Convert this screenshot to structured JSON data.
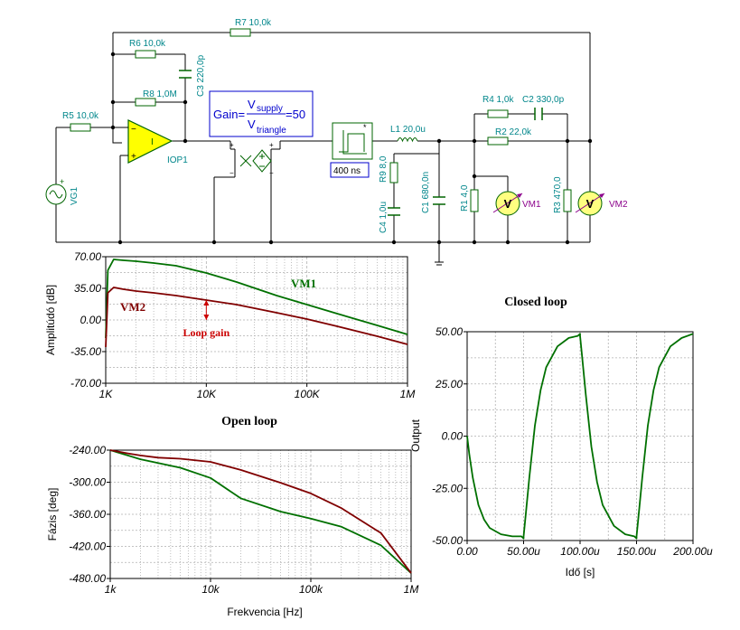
{
  "circuit": {
    "components": [
      {
        "id": "R7",
        "label": "R7 10,0k"
      },
      {
        "id": "R6",
        "label": "R6 10,0k"
      },
      {
        "id": "R8",
        "label": "R8 1,0M"
      },
      {
        "id": "C3",
        "label": "C3 220,0p"
      },
      {
        "id": "R5",
        "label": "R5 10,0k"
      },
      {
        "id": "IOP1",
        "label": "IOP1"
      },
      {
        "id": "VG1",
        "label": "VG1"
      },
      {
        "id": "L1",
        "label": "L1 20,0u"
      },
      {
        "id": "R9",
        "label": "R9 8,0"
      },
      {
        "id": "C4",
        "label": "C4 1,0u"
      },
      {
        "id": "C1",
        "label": "C1 680,0n"
      },
      {
        "id": "R1",
        "label": "R1 4,0"
      },
      {
        "id": "VM1",
        "label": "VM1"
      },
      {
        "id": "R4",
        "label": "R4 1,0k"
      },
      {
        "id": "C2",
        "label": "C2 330,0p"
      },
      {
        "id": "R2",
        "label": "R2 22,0k"
      },
      {
        "id": "R3",
        "label": "R3 470,0"
      },
      {
        "id": "VM2",
        "label": "VM2"
      }
    ],
    "gain_box": {
      "prefix": "Gain=",
      "num_main": "V",
      "num_sub": "supply",
      "den_main": "V",
      "den_sub": "triangle",
      "suffix": "=50"
    },
    "delay_label": "400 ns",
    "meter_symbol": "V",
    "opamp_symbol": "I",
    "colors": {
      "wire": "#000000",
      "component": "#006400",
      "label": "#00868b",
      "opamp": "#ffff00",
      "meter": "#ffff80",
      "vm_label": "#8b008b",
      "gain_box": "#0000cd"
    }
  },
  "chart_data": [
    {
      "id": "amplitude",
      "type": "line",
      "title": "",
      "xlabel": "",
      "ylabel": "Amplitúdó [dB]",
      "xscale": "log",
      "xlim": [
        1000,
        1000000
      ],
      "ylim": [
        -70,
        70
      ],
      "yticks": [
        70,
        35,
        0,
        -35,
        -70
      ],
      "ytick_labels": [
        "70.00",
        "35.00",
        "0.00",
        "-35.00",
        "-70.00"
      ],
      "xticks": [
        1000,
        10000,
        100000,
        1000000
      ],
      "xtick_labels": [
        "1K",
        "10K",
        "100K",
        "1M"
      ],
      "grid": true,
      "series": [
        {
          "name": "VM1",
          "color": "#007000",
          "x": [
            1000,
            1050,
            1200,
            1500,
            2000,
            3000,
            5000,
            10000,
            20000,
            50000,
            100000,
            200000,
            500000,
            1000000
          ],
          "y": [
            -20,
            55,
            67,
            66,
            65,
            63,
            60,
            52,
            42,
            27,
            17,
            7,
            -6,
            -16
          ]
        },
        {
          "name": "VM2",
          "color": "#800000",
          "x": [
            1000,
            1050,
            1200,
            1500,
            2000,
            3000,
            5000,
            10000,
            20000,
            50000,
            100000,
            200000,
            500000,
            1000000
          ],
          "y": [
            -30,
            30,
            36,
            34,
            32,
            30,
            27,
            22,
            17,
            8,
            1,
            -7,
            -18,
            -27
          ]
        }
      ],
      "annotations": [
        {
          "text": "Loop gain",
          "x": 10000,
          "y": 22,
          "y2": 0
        }
      ]
    },
    {
      "id": "phase",
      "type": "line",
      "title": "Open loop",
      "xlabel": "Frekvencia [Hz]",
      "ylabel": "Fázis [deg]",
      "xscale": "log",
      "xlim": [
        1000,
        1000000
      ],
      "ylim": [
        -480,
        -240
      ],
      "yticks": [
        -240,
        -300,
        -360,
        -420,
        -480
      ],
      "ytick_labels": [
        "-240.00",
        "-300.00",
        "-360.00",
        "-420.00",
        "-480.00"
      ],
      "xticks": [
        1000,
        10000,
        100000,
        1000000
      ],
      "xtick_labels": [
        "1k",
        "10k",
        "100k",
        "1M"
      ],
      "grid": true,
      "series": [
        {
          "name": "VM1",
          "color": "#007000",
          "x": [
            1000,
            1500,
            2000,
            3000,
            5000,
            10000,
            20000,
            50000,
            100000,
            200000,
            500000,
            1000000
          ],
          "y": [
            -240,
            -250,
            -257,
            -264,
            -273,
            -292,
            -330,
            -355,
            -368,
            -383,
            -418,
            -470
          ]
        },
        {
          "name": "VM2",
          "color": "#800000",
          "x": [
            1000,
            1500,
            2000,
            3000,
            5000,
            10000,
            20000,
            50000,
            100000,
            200000,
            500000,
            1000000
          ],
          "y": [
            -240,
            -246,
            -250,
            -254,
            -256,
            -262,
            -277,
            -301,
            -321,
            -348,
            -395,
            -470
          ]
        }
      ]
    },
    {
      "id": "transient",
      "type": "line",
      "title": "Closed loop",
      "xlabel": "Idő [s]",
      "ylabel": "Output",
      "xlim": [
        0,
        0.0002
      ],
      "ylim": [
        -50,
        50
      ],
      "yticks": [
        50,
        25,
        0,
        -25,
        -50
      ],
      "ytick_labels": [
        "50.00",
        "25.00",
        "0.00",
        "-25.00",
        "-50.00"
      ],
      "xticks": [
        0,
        5e-05,
        0.0001,
        0.00015,
        0.0002
      ],
      "xtick_labels": [
        "0.00",
        "50.00u",
        "100.00u",
        "150.00u",
        "200.00u"
      ],
      "grid": true,
      "series": [
        {
          "name": "",
          "color": "#007000",
          "x": [
            0,
            2e-06,
            5e-06,
            1e-05,
            1.5e-05,
            2e-05,
            3e-05,
            4e-05,
            4.8e-05,
            5e-05,
            5e-05,
            5.2e-05,
            5.5e-05,
            6e-05,
            6.5e-05,
            7e-05,
            8e-05,
            9e-05,
            9.8e-05,
            0.0001,
            0.0001,
            0.000102,
            0.000105,
            0.00011,
            0.000115,
            0.00012,
            0.00013,
            0.00014,
            0.000148,
            0.00015,
            0.00015,
            0.000152,
            0.000155,
            0.00016,
            0.000165,
            0.00017,
            0.00018,
            0.00019,
            0.0002
          ],
          "y": [
            0,
            -9,
            -20,
            -33,
            -40,
            -44,
            -47,
            -48,
            -48,
            -49,
            -48,
            -37,
            -20,
            5,
            22,
            33,
            43,
            47,
            48,
            49,
            48,
            37,
            20,
            -5,
            -22,
            -33,
            -43,
            -47,
            -48,
            -49,
            -48,
            -37,
            -20,
            5,
            22,
            33,
            43,
            47,
            49
          ]
        }
      ]
    }
  ]
}
